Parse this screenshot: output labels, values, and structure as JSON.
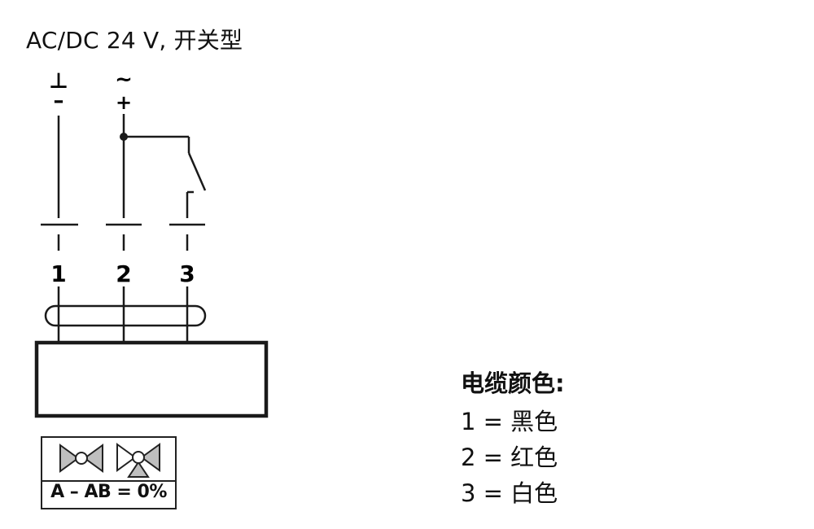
{
  "title": "AC/DC 24 V,  开关型",
  "supply": {
    "neutral_symbol": "⊥",
    "neutral_polarity": "–",
    "live_symbol": "~",
    "live_polarity": "+"
  },
  "terminals": [
    "1",
    "2",
    "3"
  ],
  "valve_label": "A – AB = 0%",
  "legend": {
    "title": "电缆颜色:",
    "items": [
      "1 = 黑色",
      "2 = 红色",
      "3 = 白色"
    ]
  },
  "colors": {
    "line": "#1a1a1a",
    "valve_fill": "#bfbfbf"
  }
}
